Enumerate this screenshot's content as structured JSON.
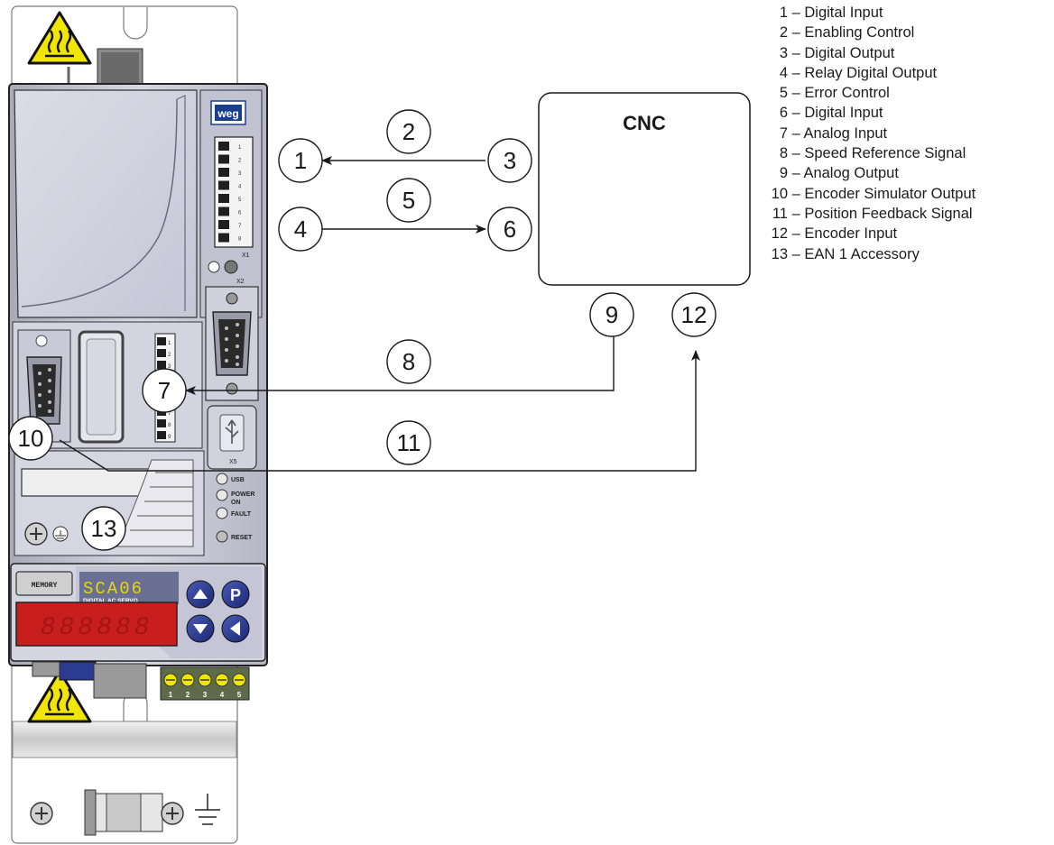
{
  "legend": [
    {
      "number": "1",
      "label": "Digital Input"
    },
    {
      "number": "2",
      "label": "Enabling Control"
    },
    {
      "number": "3",
      "label": "Digital Output"
    },
    {
      "number": "4",
      "label": "Relay Digital Output"
    },
    {
      "number": "5",
      "label": "Error Control"
    },
    {
      "number": "6",
      "label": "Digital Input"
    },
    {
      "number": "7",
      "label": "Analog Input"
    },
    {
      "number": "8",
      "label": "Speed Reference Signal"
    },
    {
      "number": "9",
      "label": "Analog Output"
    },
    {
      "number": "10",
      "label": "Encoder Simulator Output"
    },
    {
      "number": "11",
      "label": "Position Feedback Signal"
    },
    {
      "number": "12",
      "label": "Encoder Input"
    },
    {
      "number": "13",
      "label": "EAN 1 Accessory"
    }
  ],
  "legend_separator": "–",
  "cnc_box": {
    "title": "CNC"
  },
  "callouts": [
    "1",
    "2",
    "3",
    "4",
    "5",
    "6",
    "7",
    "8",
    "9",
    "10",
    "11",
    "12",
    "13"
  ],
  "drive": {
    "brand": "weg",
    "model": "SCA06",
    "model_subtitle": "DIGITAL AC SERVO",
    "memory_label": "MEMORY",
    "display_text": "888888",
    "key_p": "P",
    "connector_x1": "X1",
    "connector_x2": "X2",
    "connector_x5": "X5",
    "leds": {
      "usb": "USB",
      "power": "POWER",
      "power_line2": "ON",
      "fault": "FAULT",
      "reset": "RESET"
    },
    "terminal_numbers": [
      "1",
      "2",
      "3",
      "4",
      "5"
    ],
    "x1_pins": [
      "1",
      "2",
      "3",
      "4",
      "5",
      "6",
      "7",
      "8"
    ],
    "analog_pins_top": [
      "1",
      "2",
      "3"
    ],
    "analog_pins_bottom": [
      "7",
      "8",
      "9"
    ]
  },
  "colors": {
    "line": "#1a1a1a",
    "drive_body": "#c8c9d6",
    "drive_front": "#d9d9e6",
    "warning_yellow": "#f2e600",
    "display_red": "#d11d1d",
    "keypad_blue": "#2b3b8f",
    "logo_blue": "#1a3e8c",
    "model_yellow": "#e8d800"
  }
}
